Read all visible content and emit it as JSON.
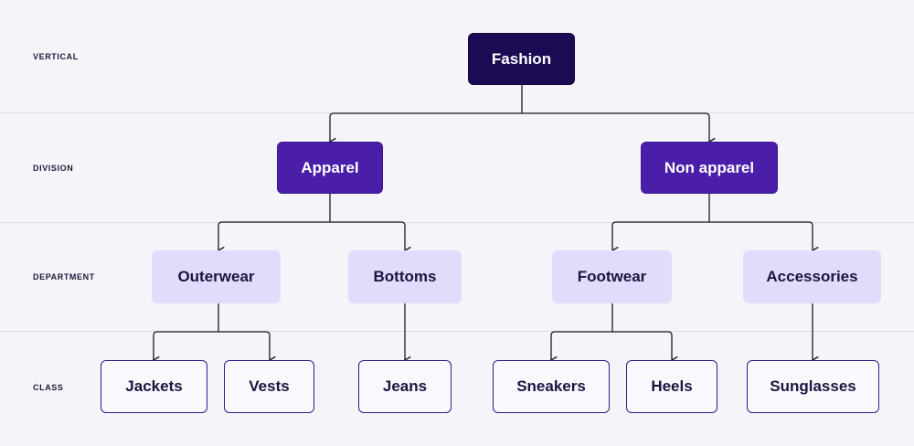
{
  "levels": {
    "vertical": "VERTICAL",
    "division": "DIVISION",
    "department": "DEPARTMENT",
    "class": "CLASS"
  },
  "nodes": {
    "fashion": "Fashion",
    "apparel": "Apparel",
    "non_apparel": "Non apparel",
    "outerwear": "Outerwear",
    "bottoms": "Bottoms",
    "footwear": "Footwear",
    "accessories": "Accessories",
    "jackets": "Jackets",
    "vests": "Vests",
    "jeans": "Jeans",
    "sneakers": "Sneakers",
    "heels": "Heels",
    "sunglasses": "Sunglasses"
  },
  "colors": {
    "vertical": "#1c0b54",
    "division": "#4a1ea8",
    "department": "#e2dbfb",
    "class_border": "#2a1f8c",
    "background": "#f5f5f9"
  }
}
